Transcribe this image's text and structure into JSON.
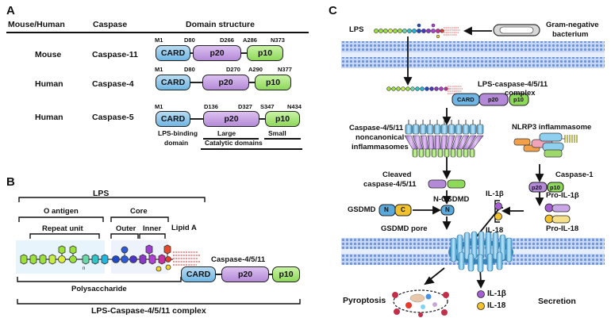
{
  "panels": {
    "a": "A",
    "b": "B",
    "c": "C"
  },
  "panel_a": {
    "headers": {
      "species": "Mouse/Human",
      "caspase": "Caspase",
      "structure": "Domain structure"
    },
    "rows": [
      {
        "species": "Mouse",
        "caspase": "Caspase-11",
        "positions": [
          "M1",
          "D80",
          "D266",
          "A286",
          "N373"
        ]
      },
      {
        "species": "Human",
        "caspase": "Caspase-4",
        "positions": [
          "M1",
          "D80",
          "D270",
          "A290",
          "N377"
        ]
      },
      {
        "species": "Human",
        "caspase": "Caspase-5",
        "positions": [
          "M1",
          "D136",
          "D327",
          "S347",
          "N434"
        ]
      }
    ],
    "domains": {
      "card": "CARD",
      "p20": "p20",
      "p10": "p10"
    },
    "annotations": {
      "lps_binding": "LPS-binding",
      "lps_binding_2": "domain",
      "large": "Large",
      "small": "Small",
      "catalytic": "Catalytic domains"
    }
  },
  "panel_b": {
    "lps": "LPS",
    "o_antigen": "O antigen",
    "core": "Core",
    "repeat_unit": "Repeat unit",
    "outer": "Outer",
    "inner": "Inner",
    "lipid_a": "Lipid A",
    "n": "n",
    "polysaccharide": "Polysaccharide",
    "caspase_label": "Caspase-4/5/11",
    "complex": "LPS-Caspase-4/5/11 complex",
    "domains": {
      "card": "CARD",
      "p20": "p20",
      "p10": "p10"
    }
  },
  "panel_c": {
    "lps": "LPS",
    "bacterium_1": "Gram-negative",
    "bacterium_2": "bacterium",
    "complex_1": "LPS-caspase-4/5/11",
    "complex_2": "complex",
    "noncanonical_1": "Caspase-4/5/11",
    "noncanonical_2": "noncanonical",
    "noncanonical_3": "inflammasomes",
    "nlrp3": "NLRP3 inflammasome",
    "caspase1": "Caspase-1",
    "cleaved_1": "Cleaved",
    "cleaved_2": "caspase-4/5/11",
    "n_gsdmd": "N-GSDMD",
    "gsdmd": "GSDMD",
    "n": "N",
    "c": "C",
    "il1b": "IL-1β",
    "il18": "IL-18",
    "pro_il1b": "Pro-IL-1β",
    "pro_il18": "Pro-IL-18",
    "pore": "GSDMD pore",
    "pyroptosis": "Pyroptosis",
    "secretion": "Secretion",
    "il1b_out": "IL-1β",
    "il18_out": "IL-18",
    "domains": {
      "card": "CARD",
      "p20": "p20",
      "p10": "p10"
    }
  },
  "colors": {
    "card": "#6fb6e4",
    "p20": "#b48ad8",
    "p10": "#8ed85a",
    "membrane": "#8fb0e6",
    "gsdmd_n": "#5aa9dc",
    "gsdmd_c": "#f2c12e"
  }
}
